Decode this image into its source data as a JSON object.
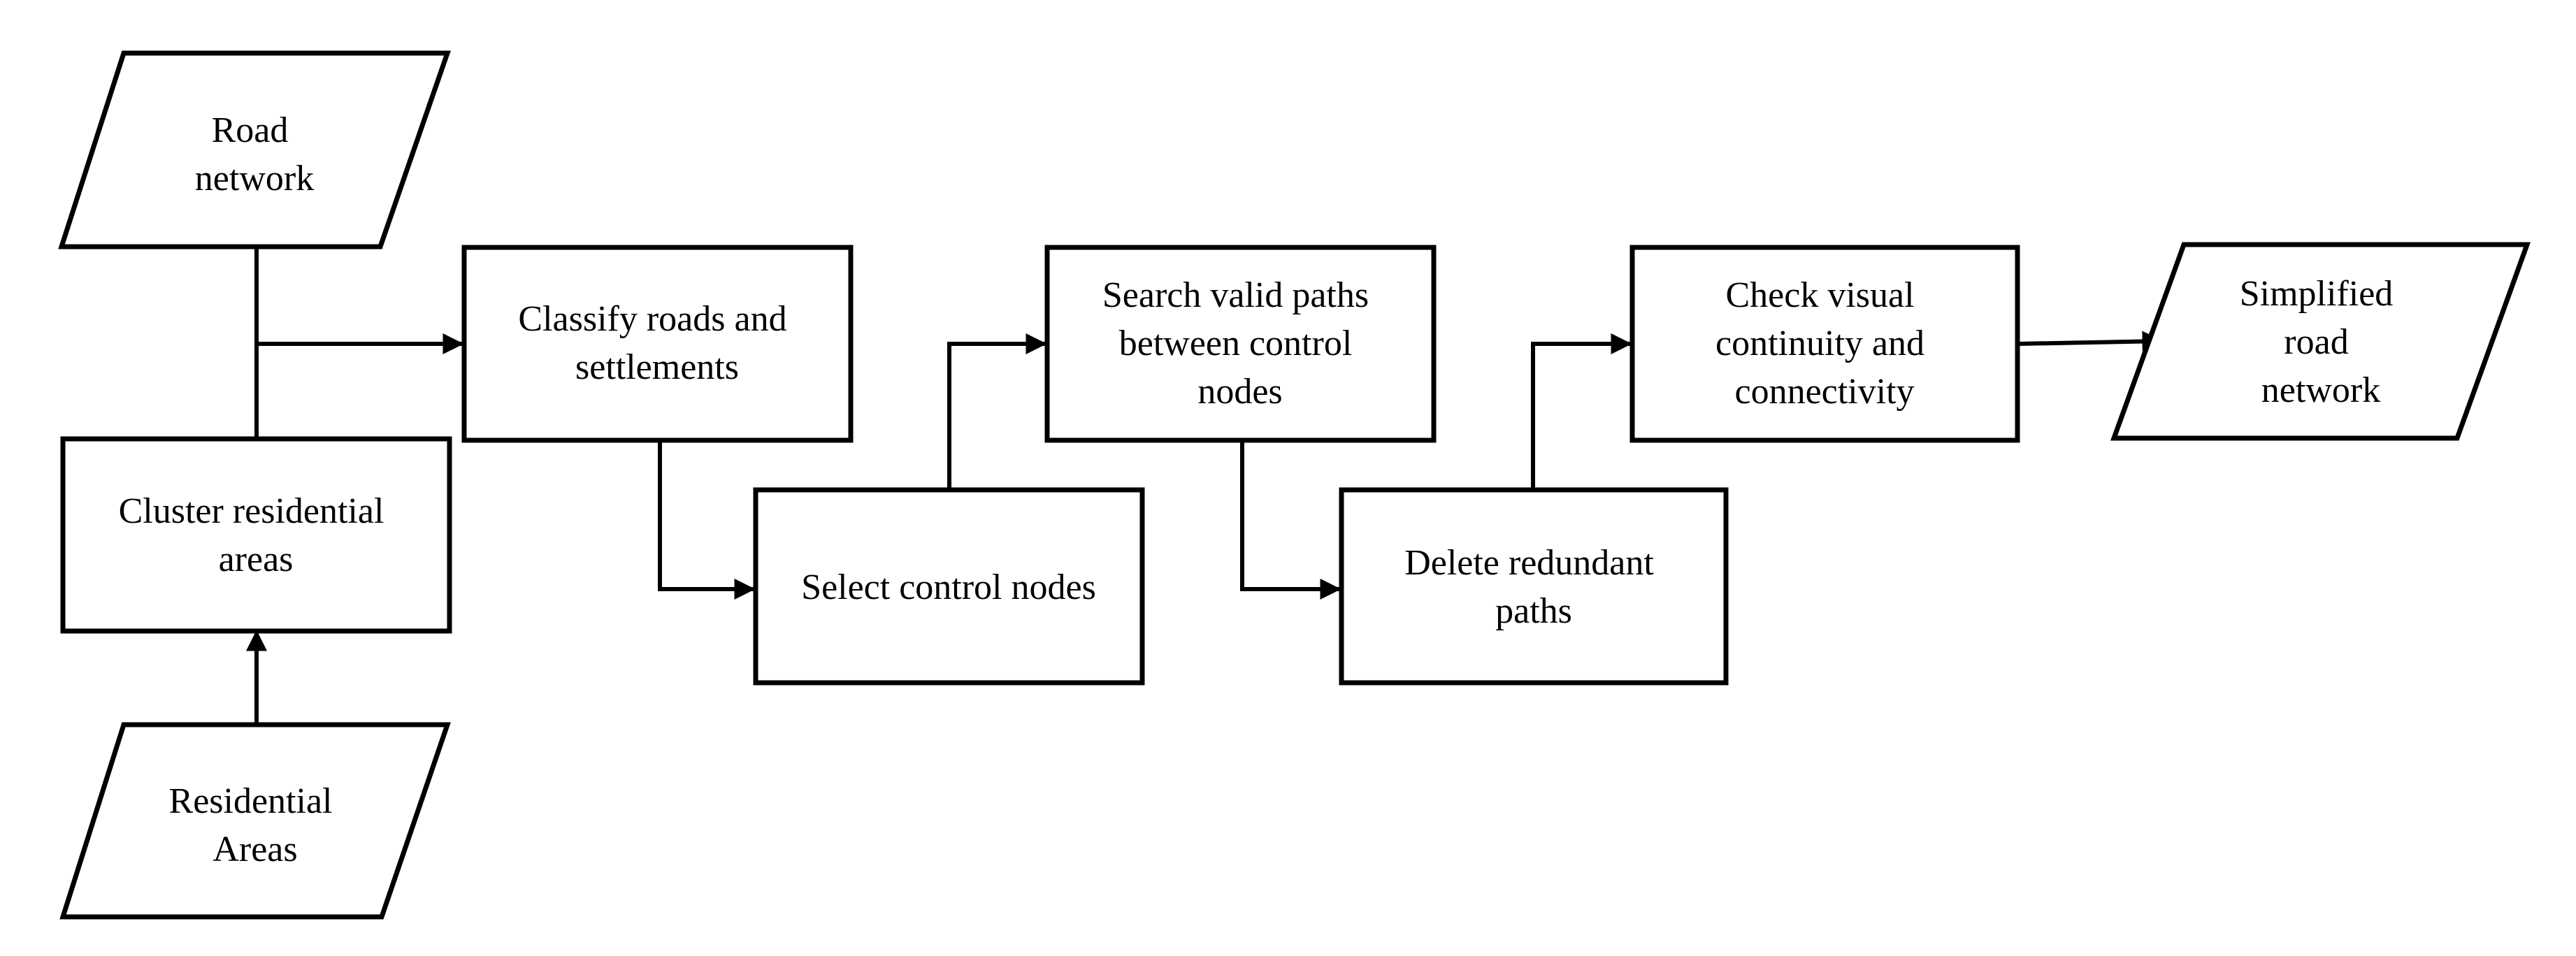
{
  "nodes": {
    "road_network": {
      "shape": "parallelogram",
      "lines": [
        "Road",
        "network"
      ]
    },
    "residential_areas": {
      "shape": "parallelogram",
      "lines": [
        "Residential",
        "Areas"
      ]
    },
    "cluster_residential": {
      "shape": "rectangle",
      "lines": [
        "Cluster residential",
        "areas"
      ]
    },
    "classify": {
      "shape": "rectangle",
      "lines": [
        "Classify roads and",
        "settlements"
      ]
    },
    "select_control": {
      "shape": "rectangle",
      "lines": [
        "Select control nodes"
      ]
    },
    "search_paths": {
      "shape": "rectangle",
      "lines": [
        "Search valid paths",
        "between control",
        "nodes"
      ]
    },
    "delete_redundant": {
      "shape": "rectangle",
      "lines": [
        "Delete redundant",
        "paths"
      ]
    },
    "check_visual": {
      "shape": "rectangle",
      "lines": [
        "Check visual",
        "continuity and",
        "connectivity"
      ]
    },
    "simplified": {
      "shape": "parallelogram",
      "lines": [
        "Simplified",
        "road",
        "network"
      ]
    }
  },
  "edges": [
    {
      "from": "road_network",
      "to": "classify"
    },
    {
      "from": "cluster_residential",
      "to": "classify"
    },
    {
      "from": "residential_areas",
      "to": "cluster_residential"
    },
    {
      "from": "classify",
      "to": "select_control"
    },
    {
      "from": "select_control",
      "to": "search_paths"
    },
    {
      "from": "search_paths",
      "to": "delete_redundant"
    },
    {
      "from": "delete_redundant",
      "to": "check_visual"
    },
    {
      "from": "check_visual",
      "to": "simplified"
    }
  ],
  "colors": {
    "stroke": "#000000",
    "fill": "#ffffff",
    "text": "#000000"
  }
}
